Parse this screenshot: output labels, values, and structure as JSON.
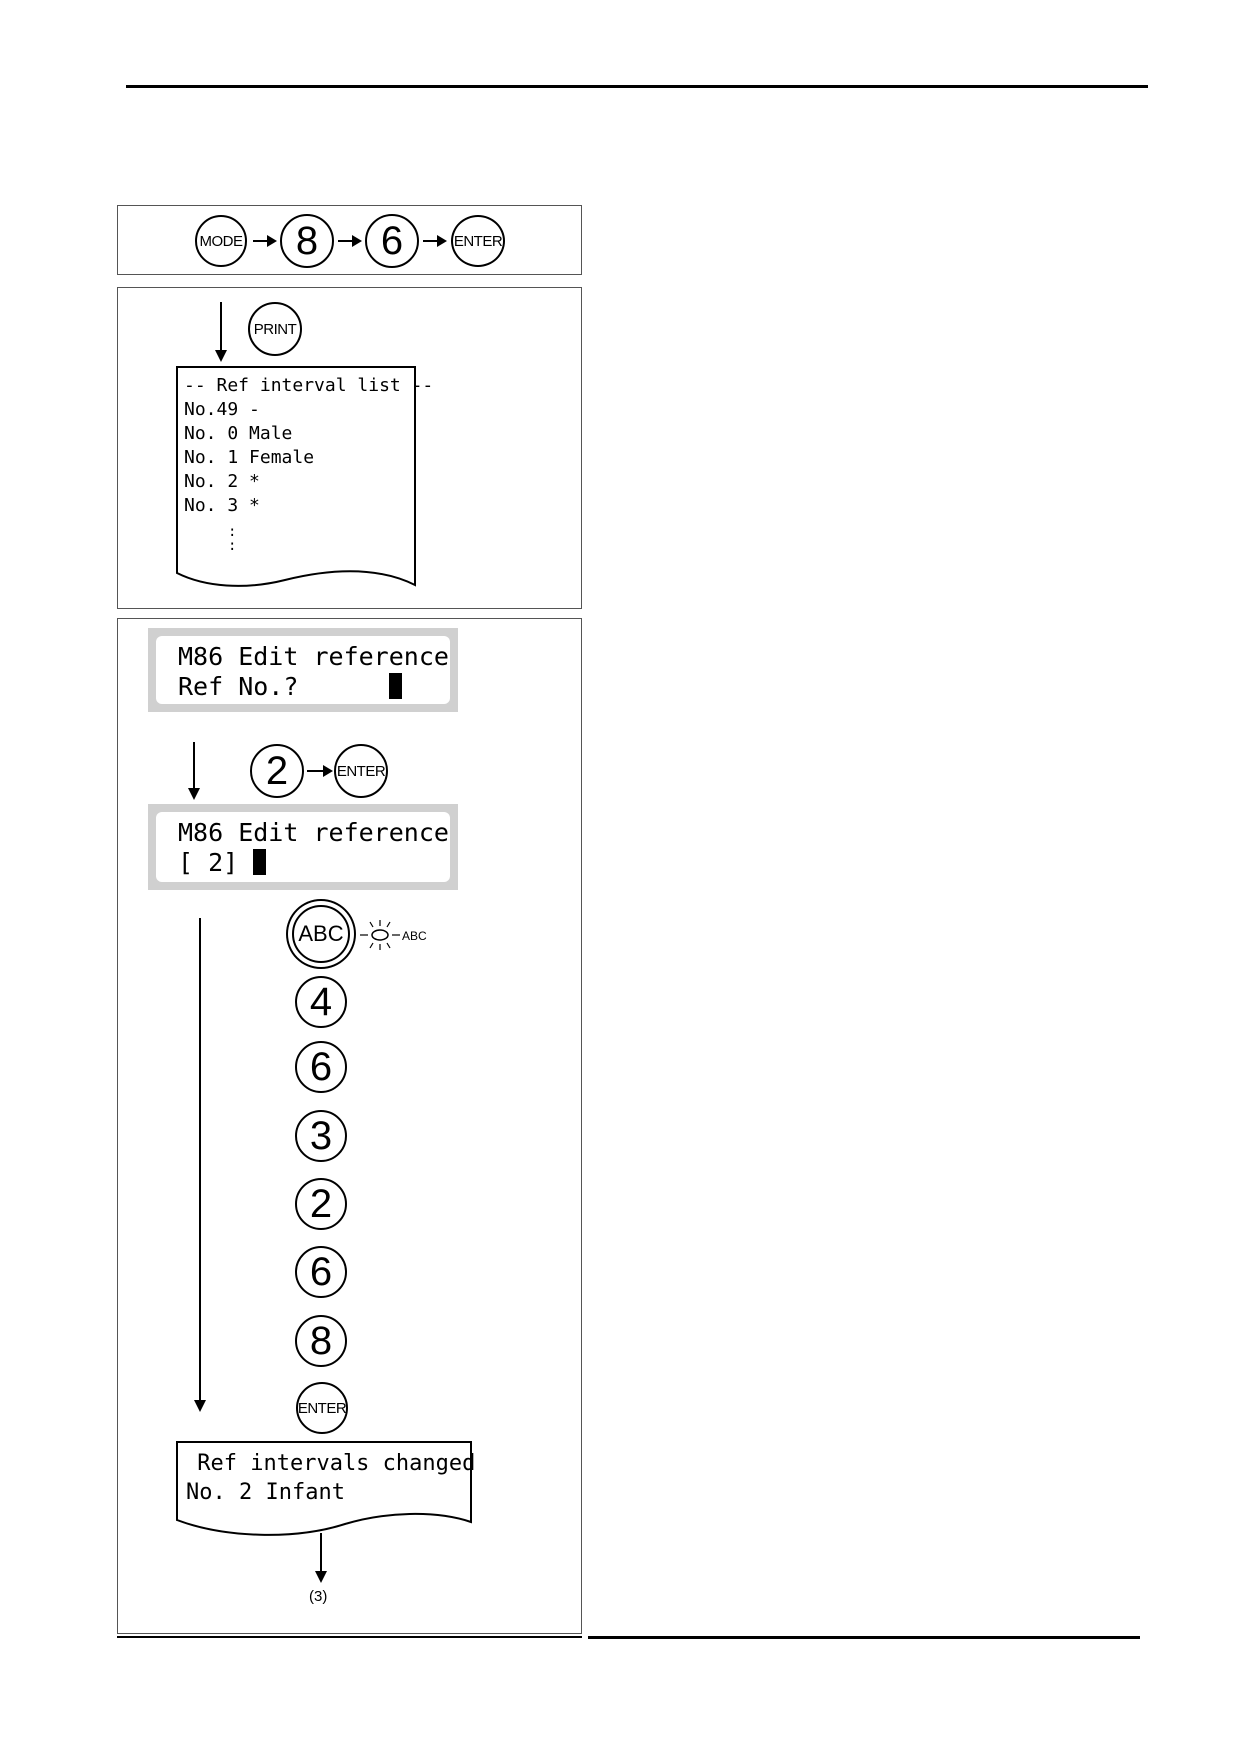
{
  "keys": {
    "mode": "MODE",
    "eight": "8",
    "six": "6",
    "enter": "ENTER",
    "print": "PRINT",
    "two": "2",
    "abc": "ABC",
    "abc_indicator": "ABC",
    "seq": [
      "4",
      "6",
      "3",
      "2",
      "6",
      "8"
    ]
  },
  "printout_list": {
    "line1": "-- Ref interval list --",
    "line2": "No.49 -",
    "line3": "No. 0 Male",
    "line4": "No. 1 Female",
    "line5": "No. 2 *",
    "line6": "No. 3 *",
    "ellipsis": ":"
  },
  "lcd1": {
    "line1": "M86 Edit reference",
    "line2": "Ref No.?"
  },
  "lcd2": {
    "line1": "M86 Edit reference",
    "line2": "[ 2]"
  },
  "printout_result": {
    "line1": " Ref intervals changed",
    "line2": "No. 2 Infant"
  },
  "next_ref": "(3)"
}
